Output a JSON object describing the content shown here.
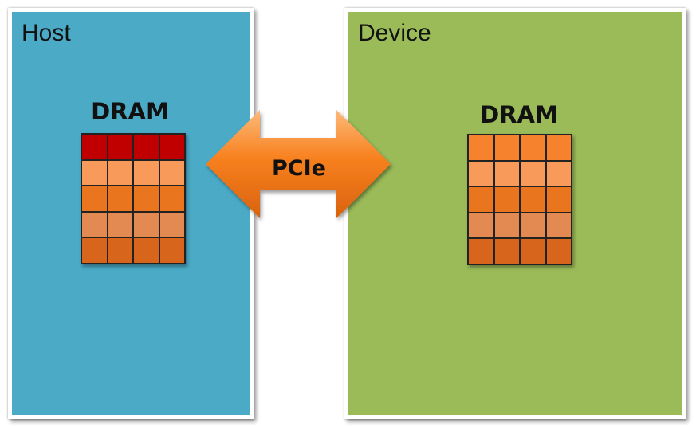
{
  "host": {
    "title": "Host",
    "dram_label": "DRAM",
    "background": "#4BAAC6",
    "grid_rows": [
      [
        "#C00000",
        "#C00000",
        "#C00000",
        "#C00000"
      ],
      [
        "#F79A5A",
        "#F79A5A",
        "#F79A5A",
        "#F79A5A"
      ],
      [
        "#E9761F",
        "#E9761F",
        "#E9761F",
        "#E9761F"
      ],
      [
        "#E38A52",
        "#E38A52",
        "#E38A52",
        "#E38A52"
      ],
      [
        "#D7661C",
        "#D7661C",
        "#D7661C",
        "#D7661C"
      ]
    ]
  },
  "device": {
    "title": "Device",
    "dram_label": "DRAM",
    "background": "#9BBB59",
    "grid_rows": [
      [
        "#F7822E",
        "#F7822E",
        "#F7822E",
        "#F7822E"
      ],
      [
        "#F79A5A",
        "#F79A5A",
        "#F79A5A",
        "#F79A5A"
      ],
      [
        "#E9761F",
        "#E9761F",
        "#E9761F",
        "#E9761F"
      ],
      [
        "#E38A52",
        "#E38A52",
        "#E38A52",
        "#E38A52"
      ],
      [
        "#D7661C",
        "#D7661C",
        "#D7661C",
        "#D7661C"
      ]
    ]
  },
  "link": {
    "label": "PCIe",
    "color_light": "#FDBA7A",
    "color_mid": "#F7801E",
    "color_dark": "#D9620E"
  }
}
